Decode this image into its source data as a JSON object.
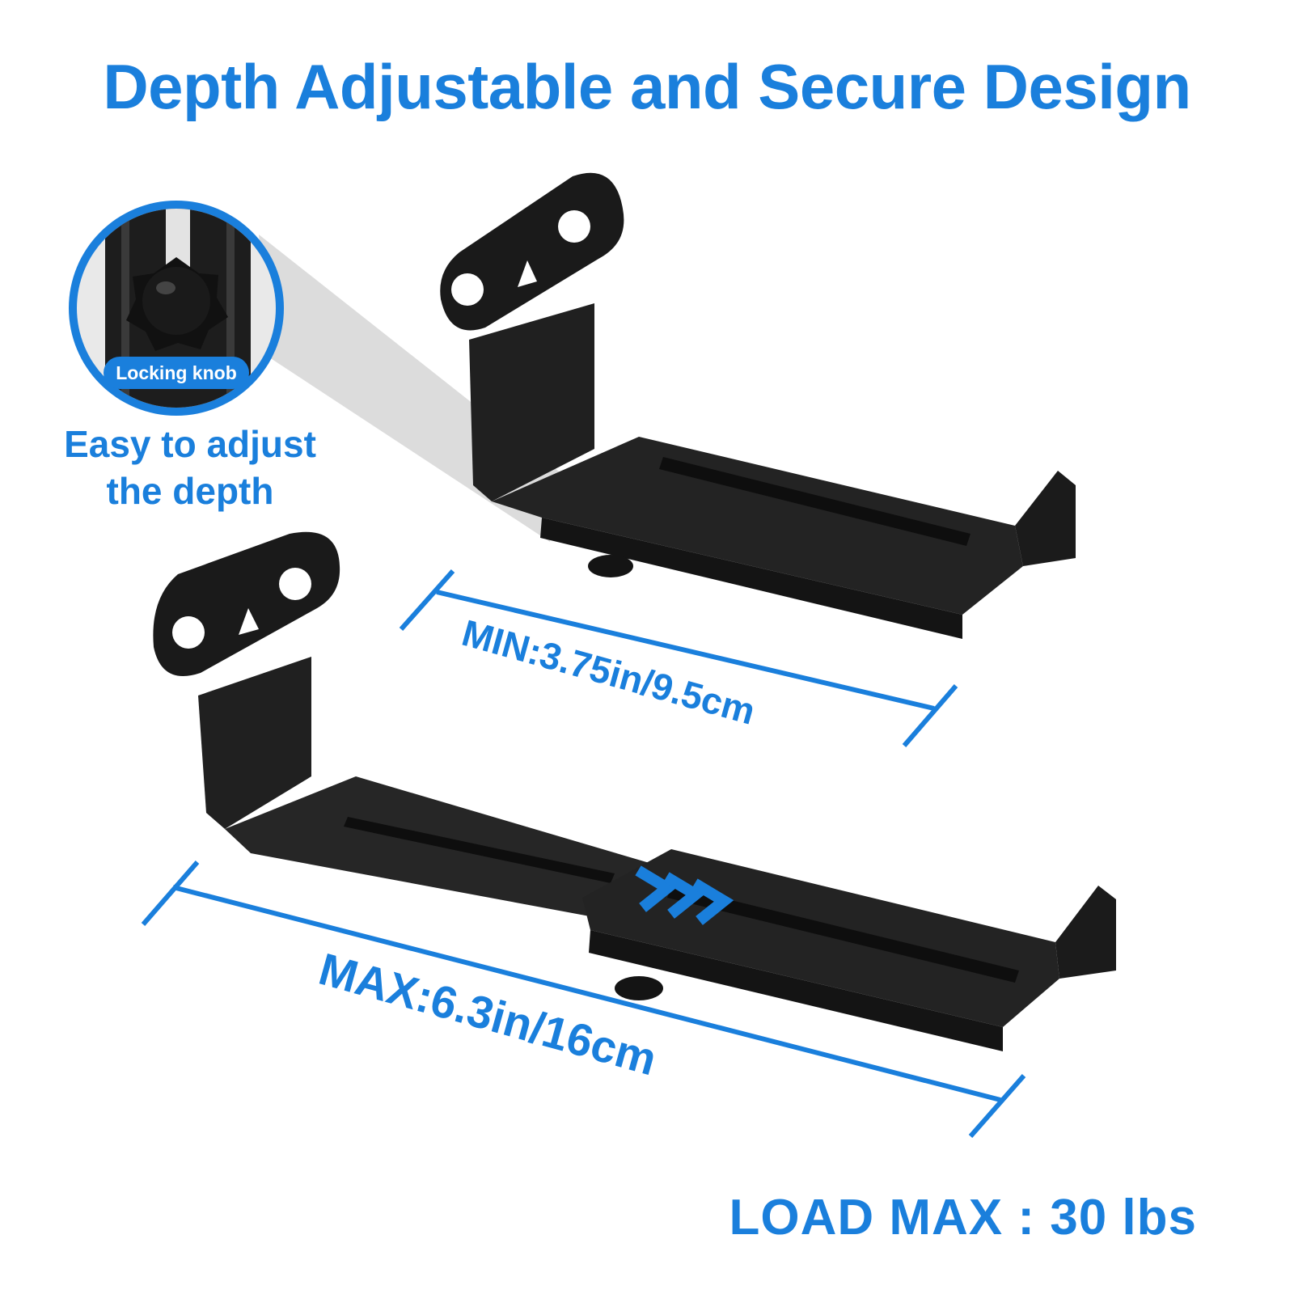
{
  "headline": "Depth Adjustable and Secure Design",
  "detail": {
    "badge": "Locking knob",
    "caption_line1": "Easy to adjust",
    "caption_line2": "the depth"
  },
  "dimensions": {
    "min_label": "MIN:3.75in/9.5cm",
    "max_label": "MAX:6.3in/16cm"
  },
  "load": "LOAD MAX : 30 lbs",
  "colors": {
    "accent": "#1a7fdc",
    "bracket": "#151515",
    "foam": "#222222",
    "callout_shadow": "#d9d9d9"
  }
}
